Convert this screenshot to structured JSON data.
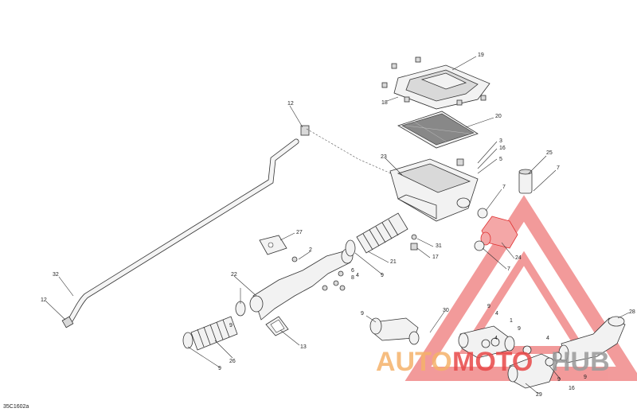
{
  "diagram": {
    "reference_code": "35C1602a",
    "callouts": [
      "19",
      "18",
      "20",
      "3",
      "16",
      "5",
      "23",
      "25",
      "7",
      "7",
      "12",
      "27",
      "2",
      "22",
      "31",
      "17",
      "21",
      "9",
      "32",
      "12",
      "24",
      "7",
      "6",
      "8",
      "4",
      "9",
      "30",
      "9",
      "4",
      "1",
      "9",
      "28",
      "13",
      "26",
      "9",
      "9",
      "4",
      "4",
      "29",
      "16",
      "9",
      "9"
    ],
    "parts": [
      "air-intake-tube",
      "air-filter-cover",
      "air-filter-element",
      "air-filter-housing",
      "intake-bellows-upper",
      "intake-bellows-lower",
      "intake-bracket",
      "intake-sleeve",
      "adapter-hose",
      "flat-seal",
      "pre-filter-cap",
      "elbow-hose",
      "y-hose",
      "curved-hose"
    ]
  },
  "watermark": {
    "word_auto": "AUTO",
    "word_moto": "MOTO",
    "word_hub": "HUB",
    "color_orange": "#f5b26b",
    "color_red": "#e84848",
    "color_gray": "#9a9a9a"
  }
}
